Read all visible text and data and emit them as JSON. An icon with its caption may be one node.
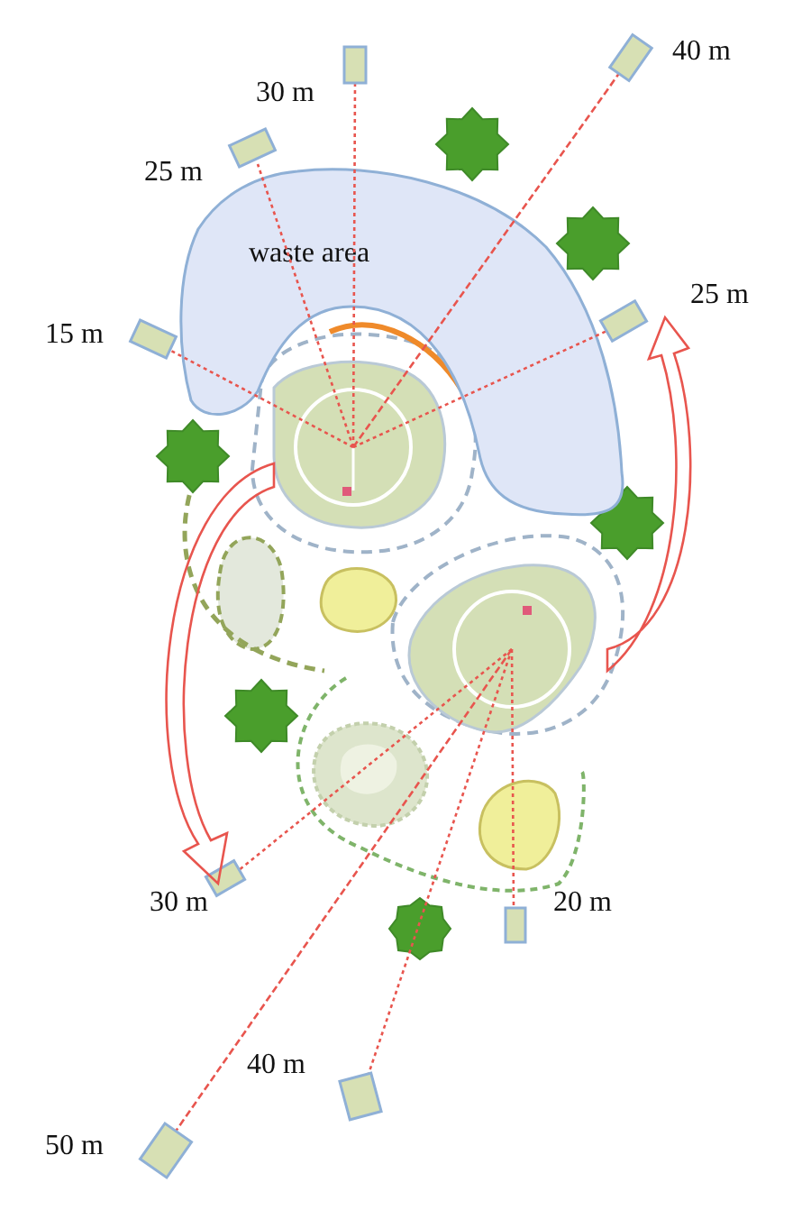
{
  "diagram": {
    "nodes": [
      {
        "text": [
          "waste area"
        ]
      }
    ],
    "labels": [
      "40 m",
      "30 m",
      "25 m",
      "25 m",
      "15 m",
      "30 m",
      "20 m",
      "40 m",
      "50 m"
    ]
  }
}
